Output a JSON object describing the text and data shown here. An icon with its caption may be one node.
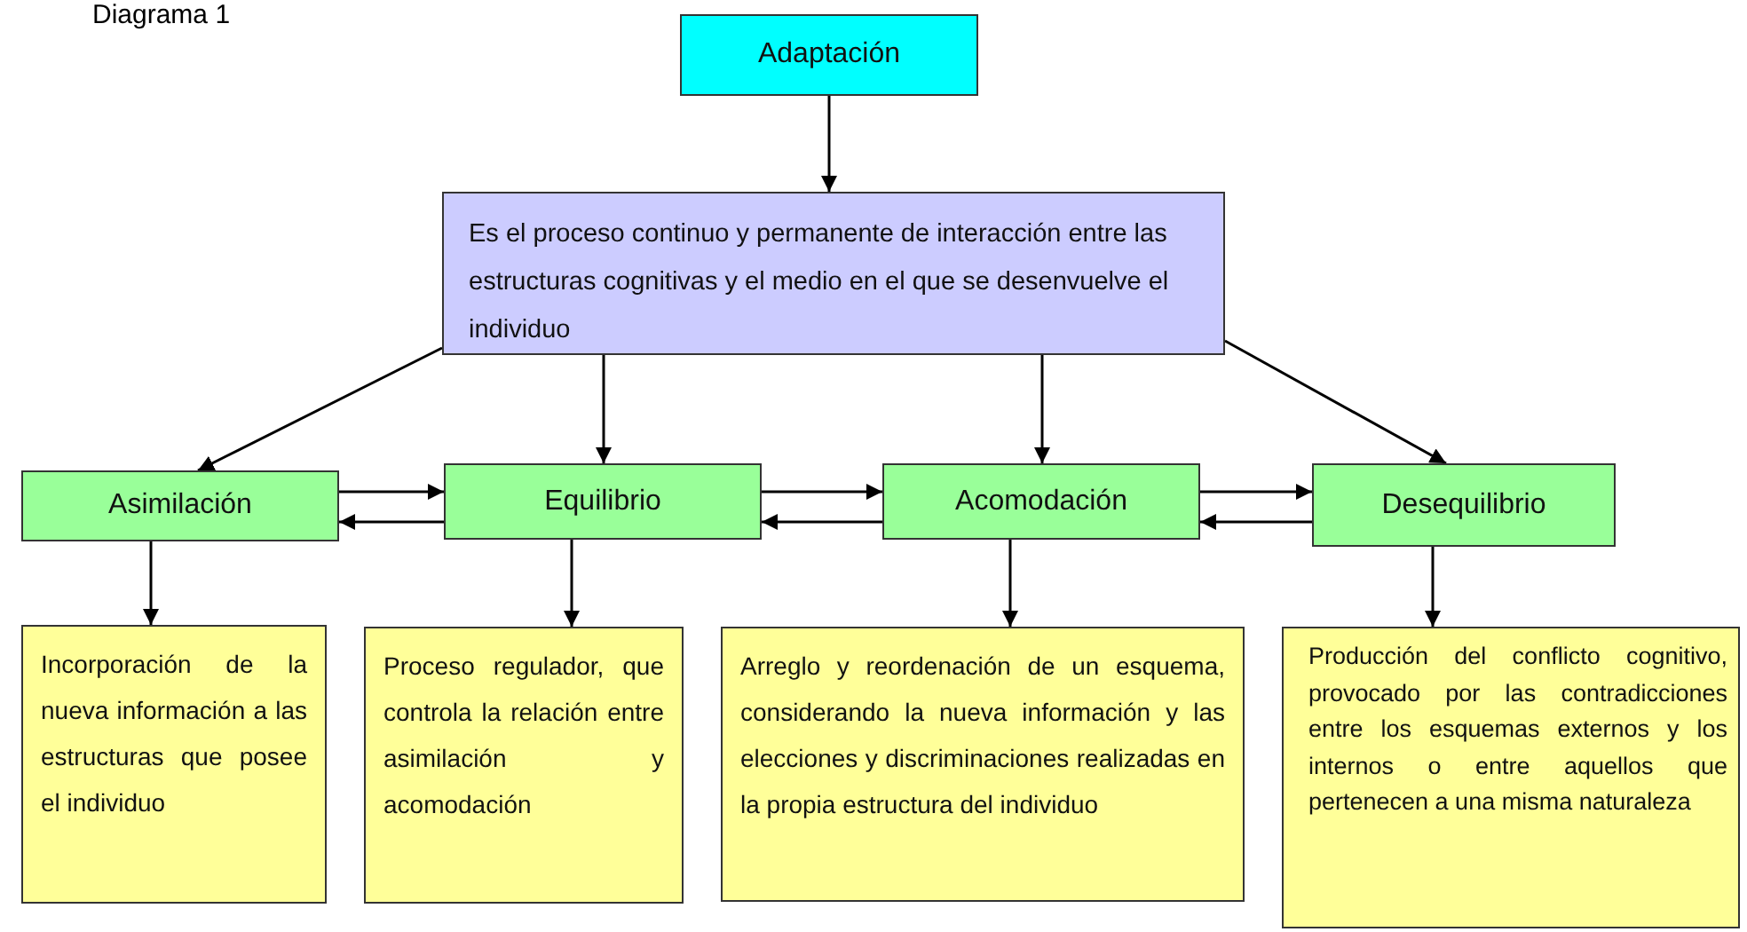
{
  "diagram": {
    "title": "Diagrama 1",
    "nodes": [
      {
        "text": [
          "Adaptación"
        ]
      },
      {
        "text": [
          "Es el proceso continuo y permanente de interacción entre las estructuras cognitivas y el medio en el que se desenvuelve el individuo"
        ]
      },
      {
        "text": [
          "Asimilación"
        ]
      },
      {
        "text": [
          "Equilibrio"
        ]
      },
      {
        "text": [
          "Acomodación"
        ]
      },
      {
        "text": [
          "Desequilibrio"
        ]
      },
      {
        "text": [
          "Incorporación de la nueva información a las estructuras que posee el individuo"
        ]
      },
      {
        "text": [
          "Proceso regulador, que controla la relación entre asimilación y acomodación"
        ]
      },
      {
        "text": [
          "Arreglo y reordenación de un esquema, considerando la nueva información y las elecciones y discriminaciones realizadas en la propia estructura del individuo"
        ]
      },
      {
        "text": [
          "Producción del conflicto cognitivo, provocado por las contradicciones entre los esquemas externos y los internos o entre aquellos que pertenecen a una misma naturaleza"
        ]
      }
    ],
    "edges": [
      {
        "from": 0,
        "to": 1,
        "arrow": "to"
      },
      {
        "from": 1,
        "to": 2,
        "arrow": "to"
      },
      {
        "from": 1,
        "to": 3,
        "arrow": "to"
      },
      {
        "from": 1,
        "to": 4,
        "arrow": "to"
      },
      {
        "from": 1,
        "to": 5,
        "arrow": "to"
      },
      {
        "from": 2,
        "to": 3,
        "arrow": "to"
      },
      {
        "from": 3,
        "to": 2,
        "arrow": "to"
      },
      {
        "from": 3,
        "to": 4,
        "arrow": "to"
      },
      {
        "from": 4,
        "to": 3,
        "arrow": "to"
      },
      {
        "from": 4,
        "to": 5,
        "arrow": "to"
      },
      {
        "from": 5,
        "to": 4,
        "arrow": "to"
      },
      {
        "from": 2,
        "to": 6,
        "arrow": "to"
      },
      {
        "from": 3,
        "to": 7,
        "arrow": "to"
      },
      {
        "from": 4,
        "to": 8,
        "arrow": "to"
      },
      {
        "from": 5,
        "to": 9,
        "arrow": "to"
      }
    ]
  }
}
